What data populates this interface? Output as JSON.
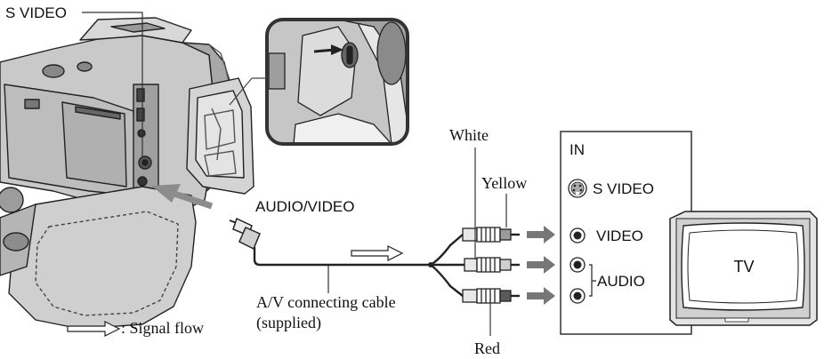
{
  "labels": {
    "s_video_port": "S VIDEO",
    "audio_video_port": "AUDIO/VIDEO",
    "cable_name": "A/V connecting cable",
    "cable_supplied": "(supplied)",
    "signal_flow_legend": ": Signal flow"
  },
  "plugs": {
    "white": "White",
    "yellow": "Yellow",
    "red": "Red"
  },
  "tv_panel": {
    "title": "IN",
    "s_video": "S VIDEO",
    "video": "VIDEO",
    "audio": "AUDIO"
  },
  "tv": {
    "label": "TV"
  }
}
